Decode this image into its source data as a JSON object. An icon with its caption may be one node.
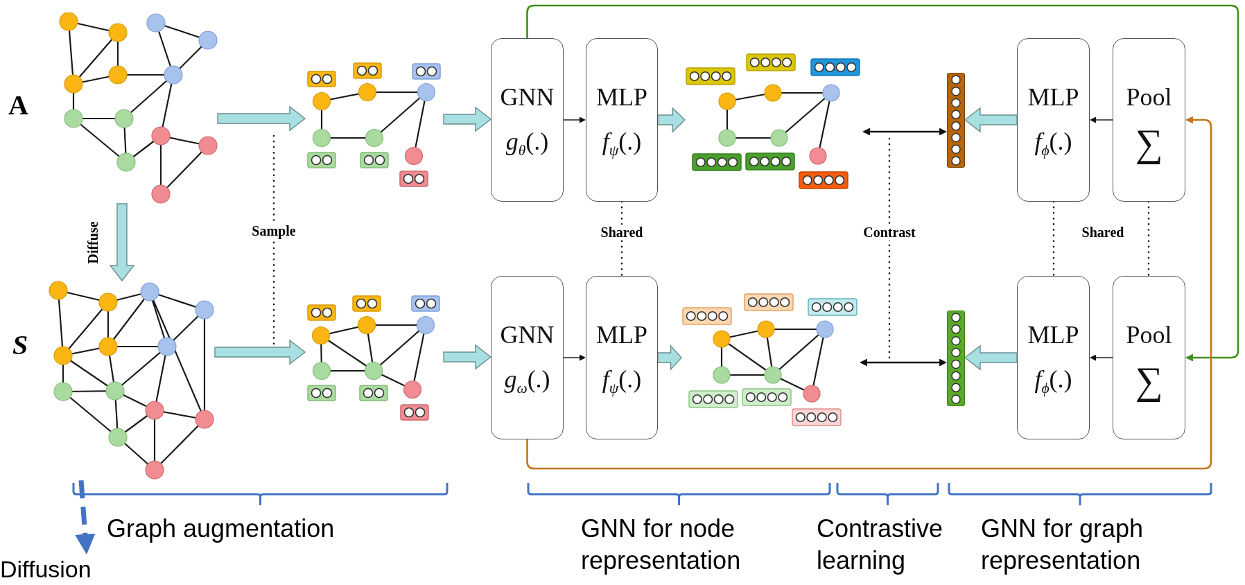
{
  "diagram": {
    "nodes": [
      {
        "text": [],
        "shape": "picture"
      },
      {
        "text": [],
        "shape": "picture"
      },
      {
        "text": [],
        "shape": "picture"
      },
      {
        "text": [],
        "shape": "picture"
      },
      {
        "text": [
          "GNN",
          "*g*$_{θ}$(.)"
        ]
      },
      {
        "text": [
          "MLP",
          "*f*$_{ψ}$(.)"
        ]
      },
      {
        "text": [
          "GNN",
          "*g*$_{ω}$(.)"
        ]
      },
      {
        "text": [
          "MLP",
          "*f*$_{ψ}$(.)"
        ]
      },
      {
        "text": [],
        "shape": "picture"
      },
      {
        "text": [],
        "shape": "picture"
      },
      {
        "text": [],
        "shape": "bar"
      },
      {
        "text": [],
        "shape": "bar"
      },
      {
        "text": [
          "MLP",
          "*f*$_{ϕ}$(.)"
        ]
      },
      {
        "text": [
          "Pool",
          "∑"
        ]
      },
      {
        "text": [
          "MLP",
          "*f*$_{ϕ}$(.)"
        ]
      },
      {
        "text": [
          "Pool",
          "∑"
        ]
      },
      {
        "text": [
          "Diffusion"
        ]
      }
    ],
    "edges": [
      {
        "from": 0,
        "to": 1,
        "arrow": "to",
        "label": "Diffuse",
        "style": "thick",
        "color": "#a8e0e2"
      },
      {
        "from": 0,
        "to": 2,
        "arrow": "to",
        "style": "thick",
        "color": "#a8e0e2"
      },
      {
        "from": 1,
        "to": 3,
        "arrow": "to",
        "style": "thick",
        "color": "#a8e0e2"
      },
      {
        "from": 2,
        "to": 4,
        "arrow": "to",
        "style": "thick",
        "color": "#a8e0e2"
      },
      {
        "from": 3,
        "to": 6,
        "arrow": "to",
        "style": "thick",
        "color": "#a8e0e2"
      },
      {
        "from": 4,
        "to": 5,
        "arrow": "to"
      },
      {
        "from": 6,
        "to": 7,
        "arrow": "to"
      },
      {
        "from": 5,
        "to": 8,
        "arrow": "to",
        "style": "thick",
        "color": "#a8e0e2"
      },
      {
        "from": 7,
        "to": 9,
        "arrow": "to",
        "style": "thick",
        "color": "#a8e0e2"
      },
      {
        "from": 5,
        "to": 7,
        "arrow": "none",
        "label": "Shared",
        "style": "dashed"
      },
      {
        "from": 8,
        "to": 10,
        "arrow": "both"
      },
      {
        "from": 9,
        "to": 11,
        "arrow": "both"
      },
      {
        "from": 12,
        "to": 10,
        "arrow": "to",
        "style": "thick",
        "color": "#a8e0e2"
      },
      {
        "from": 14,
        "to": 11,
        "arrow": "to",
        "style": "thick",
        "color": "#a8e0e2"
      },
      {
        "from": 13,
        "to": 12,
        "arrow": "to"
      },
      {
        "from": 15,
        "to": 14,
        "arrow": "to"
      },
      {
        "from": 12,
        "to": 14,
        "arrow": "none",
        "style": "dashed"
      },
      {
        "from": 13,
        "to": 15,
        "arrow": "none",
        "style": "dashed"
      },
      {
        "from": 4,
        "to": 15,
        "arrow": "to",
        "color": "#3f8f1a"
      },
      {
        "from": 6,
        "to": 13,
        "arrow": "to",
        "color": "#c0761a"
      },
      {
        "from": 1,
        "to": 16,
        "arrow": "to",
        "style": "dashed",
        "color": "#4472c4"
      }
    ],
    "labels": [
      "A",
      "S",
      "Sample",
      "Contrast",
      "Shared",
      "Graph augmentation",
      "GNN for node representation",
      "Contrastive learning",
      "GNN for graph representation"
    ]
  }
}
